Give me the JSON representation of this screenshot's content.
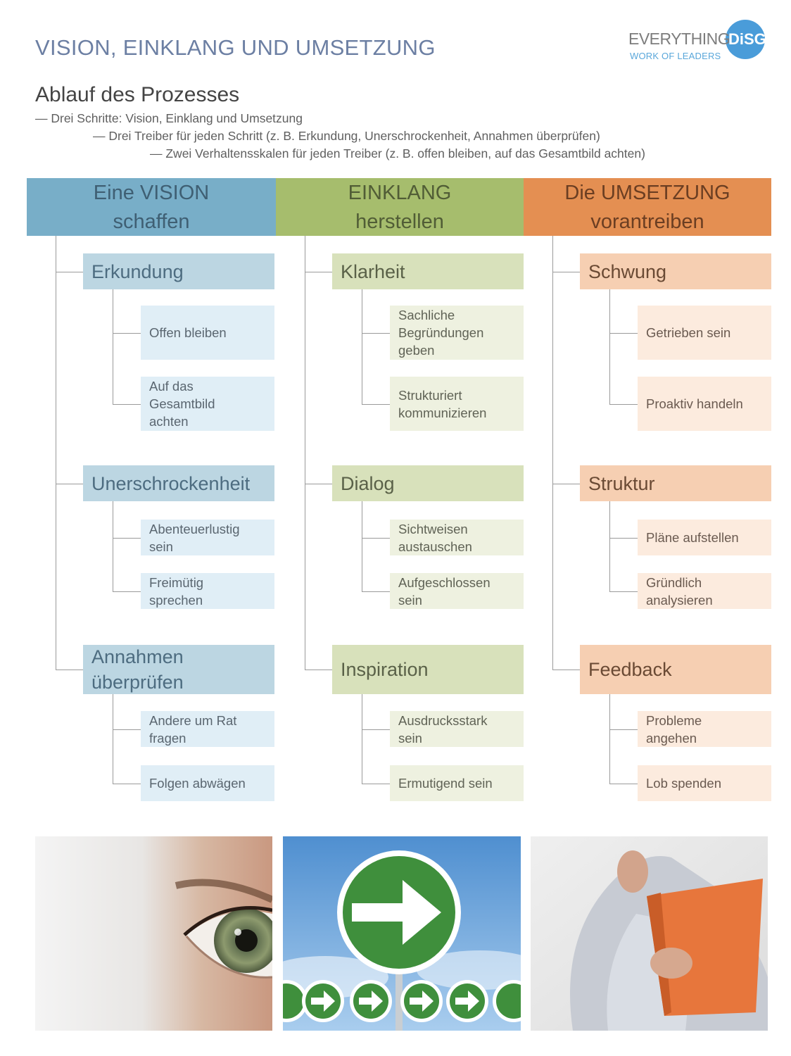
{
  "header": {
    "title": "VISION, EINKLANG UND UMSETZUNG",
    "logo": {
      "word": "EVERYTHING",
      "badge": "DiSG",
      "sub": "WORK OF LEADERS"
    }
  },
  "intro": {
    "heading": "Ablauf des Prozesses",
    "bullets": [
      "— Drei Schritte: Vision, Einklang und Umsetzung",
      "— Drei Treiber für jeden Schritt (z. B. Erkundung, Unerschrockenheit, Annahmen überprüfen)",
      "— Zwei Verhaltensskalen für jeden Treiber (z. B. offen bleiben, auf das Gesamtbild achten)"
    ]
  },
  "colors": {
    "vision": "#78aec8",
    "einklang": "#a6bd6d",
    "umsetzung": "#e48f52"
  },
  "columns": [
    {
      "head": [
        "Eine VISION",
        "schaffen"
      ],
      "drivers": [
        {
          "name": [
            "Erkundung"
          ],
          "behaviors": [
            [
              "Offen bleiben"
            ],
            [
              "Auf das",
              "Gesamtbild",
              "achten"
            ]
          ]
        },
        {
          "name": [
            "Unerschrockenheit"
          ],
          "behaviors": [
            [
              "Abenteuerlustig",
              "sein"
            ],
            [
              "Freimütig",
              "sprechen"
            ]
          ]
        },
        {
          "name": [
            "Annahmen",
            "überprüfen"
          ],
          "behaviors": [
            [
              "Andere um Rat",
              "fragen"
            ],
            [
              "Folgen abwägen"
            ]
          ]
        }
      ]
    },
    {
      "head": [
        "EINKLANG",
        "herstellen"
      ],
      "drivers": [
        {
          "name": [
            "Klarheit"
          ],
          "behaviors": [
            [
              "Sachliche",
              "Begründungen",
              "geben"
            ],
            [
              "Strukturiert",
              "kommunizieren"
            ]
          ]
        },
        {
          "name": [
            "Dialog"
          ],
          "behaviors": [
            [
              "Sichtweisen",
              "austauschen"
            ],
            [
              "Aufgeschlossen",
              "sein"
            ]
          ]
        },
        {
          "name": [
            "Inspiration"
          ],
          "behaviors": [
            [
              "Ausdrucksstark",
              "sein"
            ],
            [
              "Ermutigend sein"
            ]
          ]
        }
      ]
    },
    {
      "head": [
        "Die UMSETZUNG",
        "vorantreiben"
      ],
      "drivers": [
        {
          "name": [
            "Schwung"
          ],
          "behaviors": [
            [
              "Getrieben sein"
            ],
            [
              "Proaktiv handeln"
            ]
          ]
        },
        {
          "name": [
            "Struktur"
          ],
          "behaviors": [
            [
              "Pläne aufstellen"
            ],
            [
              "Gründlich",
              "analysieren"
            ]
          ]
        },
        {
          "name": [
            "Feedback"
          ],
          "behaviors": [
            [
              "Probleme",
              "angehen"
            ],
            [
              "Lob spenden"
            ]
          ]
        }
      ]
    }
  ],
  "photos": [
    {
      "icon": "eye-photo"
    },
    {
      "icon": "arrow-signs-photo"
    },
    {
      "icon": "clipboard-photo"
    }
  ]
}
